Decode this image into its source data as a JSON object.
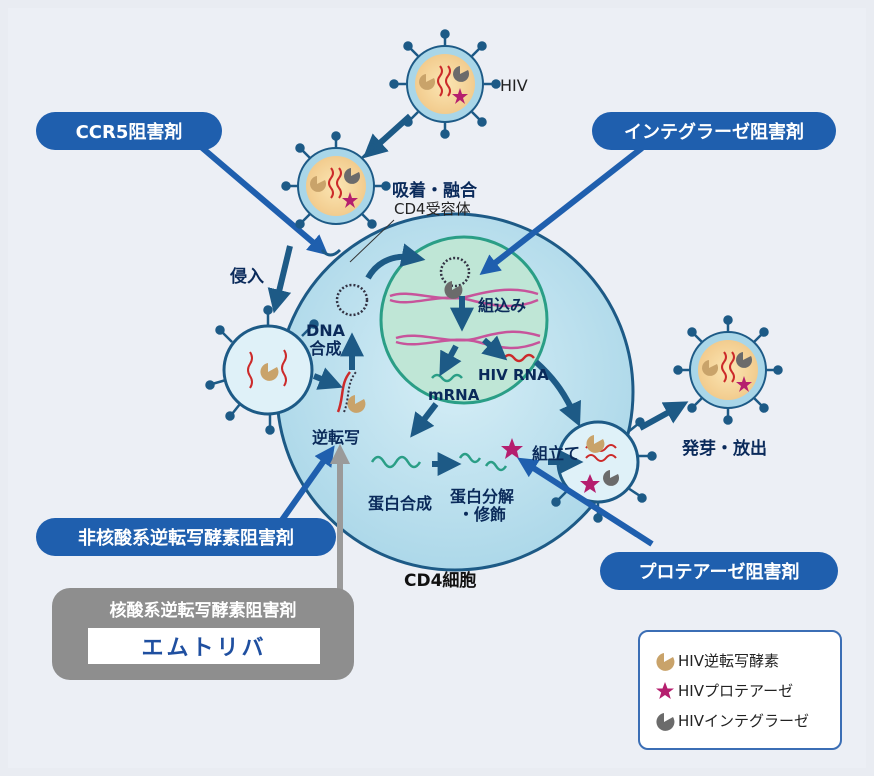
{
  "labels": {
    "hiv": "HIV",
    "adsorption": "吸着・融合",
    "receptor": "CD4受容体",
    "entry": "侵入",
    "dna_synthesis": "DNA\n合成",
    "integration": "組込み",
    "hiv_rna": "HIV RNA",
    "mrna": "mRNA",
    "reverse_transcription": "逆転写",
    "protein_synthesis": "蛋白合成",
    "protein_cleavage": "蛋白分解\n・修飾",
    "assembly": "組立て",
    "budding": "発芽・放出",
    "cell": "CD4細胞"
  },
  "drugs": {
    "ccr5": "CCR5阻害剤",
    "integrase": "インテグラーゼ阻害剤",
    "nnrti": "非核酸系逆転写酵素阻害剤",
    "protease": "プロテアーゼ阻害剤",
    "nrti_title": "核酸系逆転写酵素阻害剤",
    "nrti_product": "エムトリバ"
  },
  "legend": [
    {
      "icon": "reverse-transcriptase-icon",
      "label": "HIV逆転写酵素",
      "color": "#c9a36a"
    },
    {
      "icon": "protease-star-icon",
      "label": "HIVプロテアーゼ",
      "color": "#b51e6e"
    },
    {
      "icon": "integrase-icon",
      "label": "HIVインテグラーゼ",
      "color": "#6b6b6b"
    }
  ],
  "colors": {
    "drug_blue": "#1f5fae",
    "arrow_blue": "#1d5a86",
    "cell_fill": "#bfe3ef",
    "nucleus_fill": "#bfe6d6",
    "rna_red": "#cc2a2a",
    "dna_pink": "#c7549b",
    "protein_green": "#2a9e86",
    "gray_box": "#8e8e8e"
  }
}
